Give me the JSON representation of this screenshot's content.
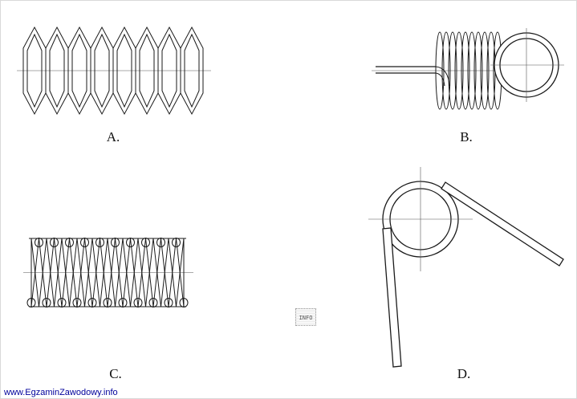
{
  "figure_labels": {
    "a": "A.",
    "b": "B.",
    "c": "C.",
    "d": "D."
  },
  "stamp_text": "INFO",
  "watermark_text": "www.EgzaminZawodowy.info",
  "colors": {
    "line": "#1a1a1a",
    "centerline": "#555555",
    "watermark": "#00009b",
    "background": "#ffffff"
  },
  "figures": {
    "a": "disc-spring-stack-section",
    "b": "extension-spring-with-end-loop",
    "c": "helical-compression-spring",
    "d": "torsion-spring-with-straight-legs"
  }
}
